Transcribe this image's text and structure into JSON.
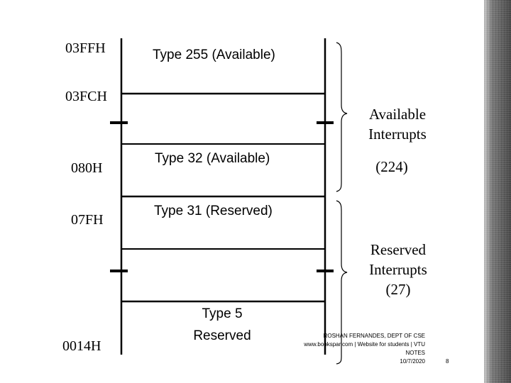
{
  "addresses": {
    "a03ffh": "03FFH",
    "a03fch": "03FCH",
    "a080h": "080H",
    "a07fh": "07FH",
    "a0014h": "0014H"
  },
  "types": {
    "type255": "Type 255 (Available)",
    "type32": "Type 32 (Available)",
    "type31": "Type 31 (Reserved)",
    "type5_line1": "Type 5",
    "type5_line2": "Reserved"
  },
  "groups": {
    "available_line1": "Available",
    "available_line2": "Interrupts",
    "available_count": "(224)",
    "reserved_line1": "Reserved",
    "reserved_line2": "Interrupts",
    "reserved_count": "(27)"
  },
  "footer": {
    "line1": "ROSHAN FERNANDES, DEPT OF CSE",
    "line2": "www.bookspar.com | Website for students | VTU",
    "line3": "NOTES",
    "date": "10/7/2020",
    "page_number": "8"
  }
}
